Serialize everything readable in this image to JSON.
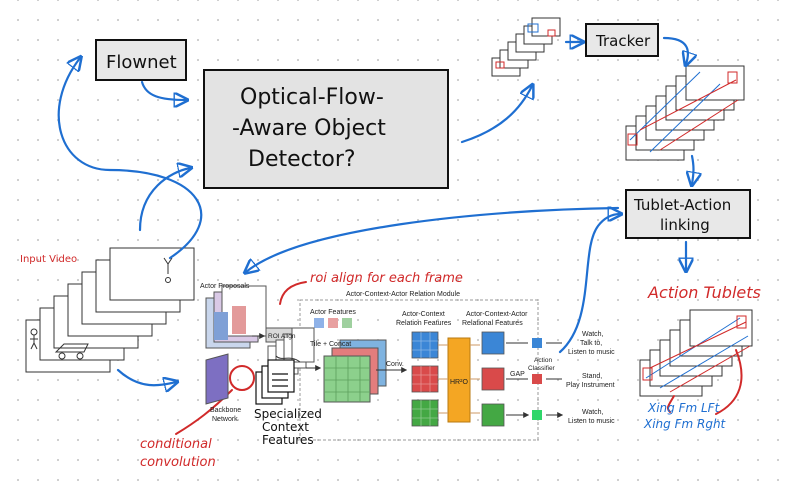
{
  "sketch": {
    "flownet": "Flownet",
    "detector_line1": "Optical-Flow-",
    "detector_line2": "-Aware Object",
    "detector_line3": "Detector?",
    "tracker": "Tracker",
    "tublet_line1": "Tublet-Action",
    "tublet_line2": "linking",
    "action_tublets": "Action Tublets",
    "input_video": "Input Video",
    "roi_note": "roi align for each frame",
    "conditional_line1": "conditional",
    "conditional_line2": "convolution",
    "specialized_line1": "Specialized",
    "specialized_line2": "Context",
    "specialized_line3": "Features",
    "xing_left": "Xing Fm LFt",
    "xing_right": "Xing Fm Rght"
  },
  "figure": {
    "module_title": "Actor-Context-Actor Relation Module",
    "actor_proposals": "Actor Proposals",
    "actor_features": "Actor Features",
    "roi_align": "ROI Align",
    "tile_concat": "Tile + Concat",
    "backbone_line1": "Backbone",
    "backbone_line2": "Network",
    "ac_rel_line1": "Actor-Context",
    "ac_rel_line2": "Relation Features",
    "aca_rel_line1": "Actor-Context-Actor",
    "aca_rel_line2": "Relational  Features",
    "conv": "Conv.",
    "hr2o": "HR²O",
    "gap": "GAP",
    "action_classifier_line1": "Action",
    "action_classifier_line2": "Classifier",
    "out1_line1": "Watch,",
    "out1_line2": "Talk to,",
    "out1_line3": "Listen to music",
    "out2_line1": "Stand,",
    "out2_line2": "Play Instrument",
    "out3_line1": "Watch,",
    "out3_line2": "Listen to music"
  },
  "colors": {
    "ink": "#1a1a1a",
    "blue_pen": "#1f6fd1",
    "red_pen": "#d12a2a",
    "box_fill": "#e3e3e3",
    "hr2o": "#f4a623"
  }
}
